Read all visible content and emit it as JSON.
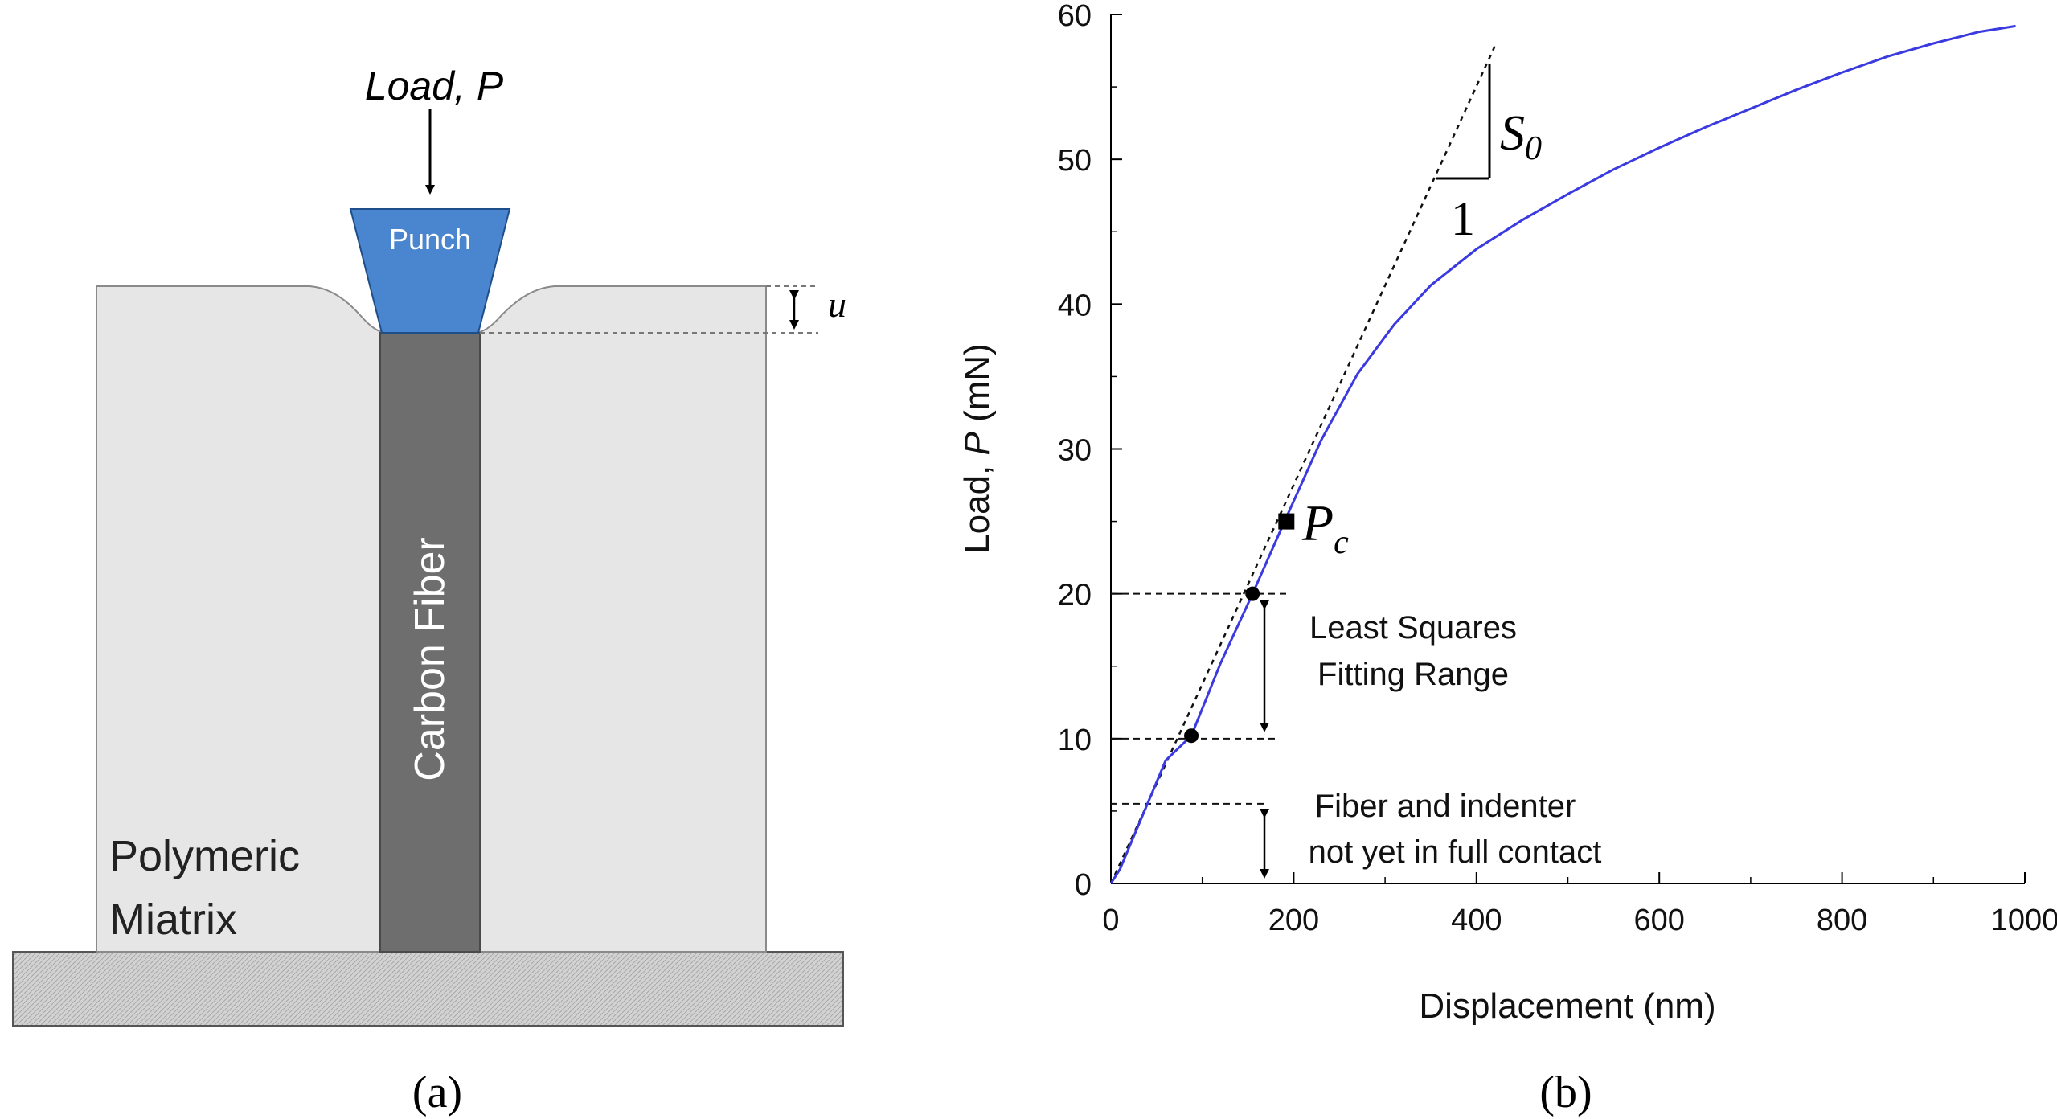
{
  "panel_a": {
    "load_label": "Load, P",
    "punch_label": "Punch",
    "fiber_label": "Carbon Fiber",
    "matrix_label_line1": "Polymeric",
    "matrix_label_line2": "Miatrix",
    "displacement_symbol": "u",
    "caption": "(a)",
    "colors": {
      "punch": "#4a86cf",
      "fiber": "#6e6e6e",
      "matrix": "#e6e6e6",
      "base": "#cfcfcf"
    }
  },
  "panel_b": {
    "caption": "(b)",
    "slope_symbol": "S",
    "slope_subscript": "0",
    "slope_run_label": "1",
    "pc_symbol": "P",
    "pc_subscript": "c",
    "fit_range_line1": "Least Squares",
    "fit_range_line2": "Fitting Range",
    "contact_line1": "Fiber and indenter",
    "contact_line2": "not yet in full contact",
    "colors": {
      "curve": "#3a3ae0",
      "tangent": "#111111"
    }
  },
  "chart_data": {
    "type": "line",
    "title": "",
    "xlabel": "Displacement (nm)",
    "ylabel_prefix": "Load, ",
    "ylabel_symbol": "P",
    "ylabel_suffix": " (mN)",
    "xlim": [
      0,
      1000
    ],
    "ylim": [
      0,
      60
    ],
    "x_ticks": [
      0,
      200,
      400,
      600,
      800,
      1000
    ],
    "y_ticks": [
      0,
      10,
      20,
      30,
      40,
      50,
      60
    ],
    "grid": false,
    "series": [
      {
        "x": [
          0,
          10,
          20,
          40,
          60,
          88,
          120,
          155,
          190,
          230,
          270,
          310,
          350,
          400,
          450,
          500,
          550,
          600,
          650,
          700,
          750,
          800,
          850,
          900,
          950,
          990
        ],
        "y": [
          0,
          1,
          2.5,
          5.5,
          8.5,
          10.2,
          15.2,
          20,
          25,
          30.6,
          35.2,
          38.6,
          41.3,
          43.8,
          45.8,
          47.6,
          49.3,
          50.8,
          52.2,
          53.5,
          54.8,
          56,
          57.1,
          58,
          58.8,
          59.2
        ]
      }
    ],
    "tangent_line": {
      "x": [
        0,
        420
      ],
      "y": [
        0,
        57.8
      ]
    },
    "fit_points": [
      {
        "x": 88,
        "y": 10.2
      },
      {
        "x": 155,
        "y": 20
      }
    ],
    "pc_point": {
      "x": 192,
      "y": 25
    },
    "guide_levels": [
      20,
      10,
      5.5
    ]
  }
}
